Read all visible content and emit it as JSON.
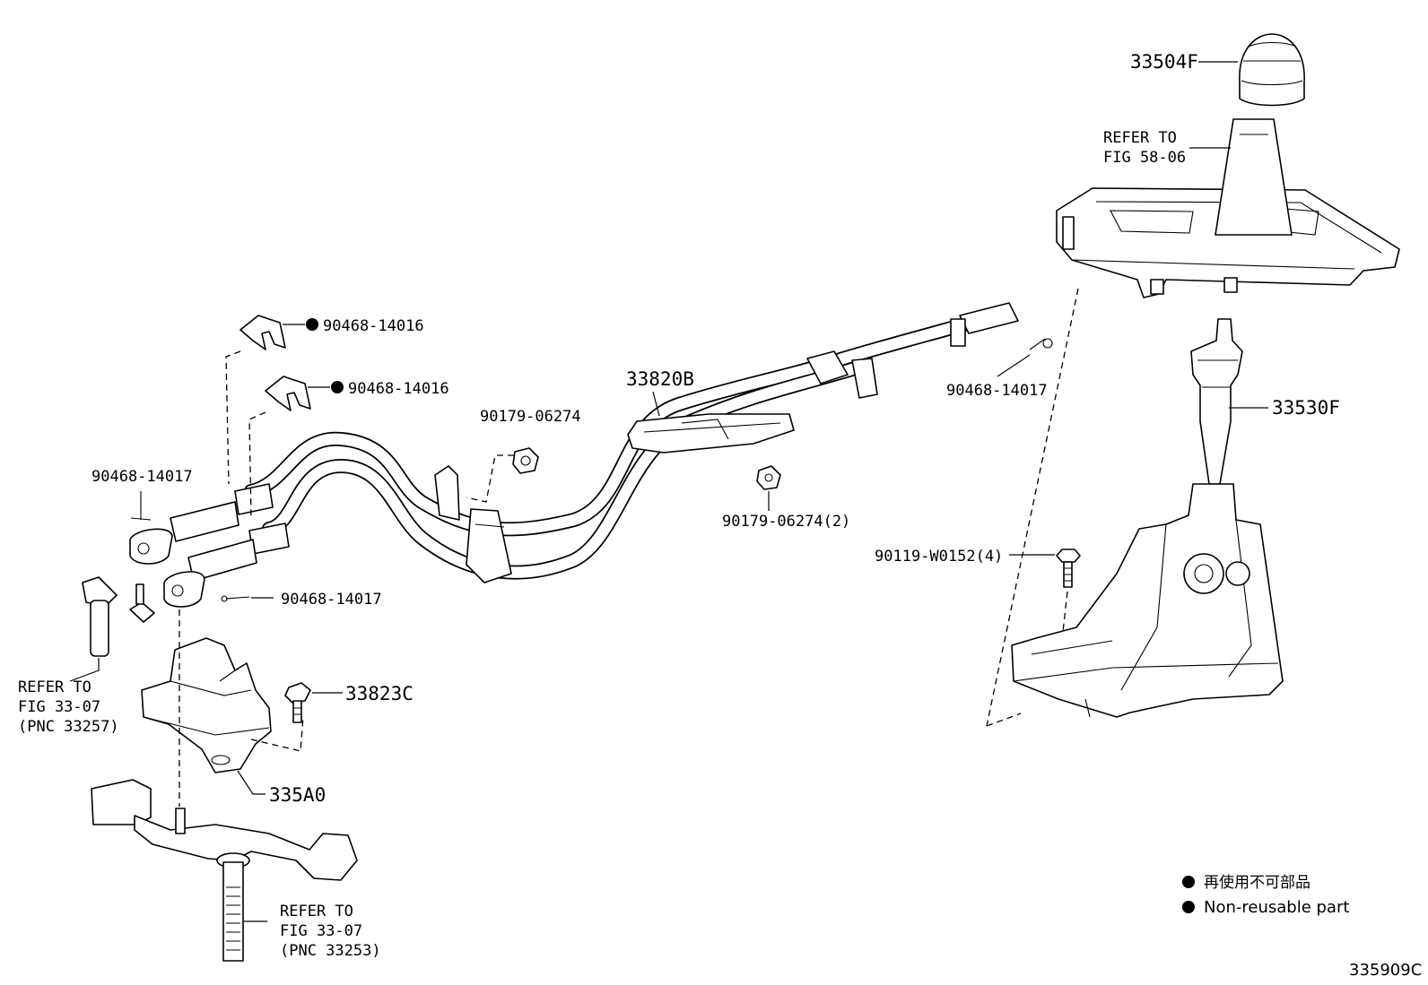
{
  "diagram_id": "335909C",
  "callouts": {
    "shift_knob": "33504F",
    "refer_boot_1": "REFER TO",
    "refer_boot_2": "FIG 58-06",
    "clip_top_1": "90468-14016",
    "clip_top_2": "90468-14016",
    "cable_assy": "33820B",
    "nut_upper": "90179-06274",
    "pin_right": "90468-14017",
    "shift_lever": "33530F",
    "pin_left": "90468-14017",
    "nut_lower": "90179-06274(2)",
    "bolt_right": "90119-W0152(4)",
    "pin_lower": "90468-14017",
    "bolt_small": "33823C",
    "bracket": "335A0",
    "refer_left_1": "REFER TO",
    "refer_left_2": "FIG 33-07",
    "refer_left_3": "(PNC 33257)",
    "refer_bottom_1": "REFER TO",
    "refer_bottom_2": "FIG 33-07",
    "refer_bottom_3": "(PNC 33253)"
  },
  "legend": {
    "line_jp": "再使用不可部品",
    "line_en": "Non-reusable part"
  },
  "colors": {
    "ink": "#000000",
    "paper": "#ffffff"
  }
}
